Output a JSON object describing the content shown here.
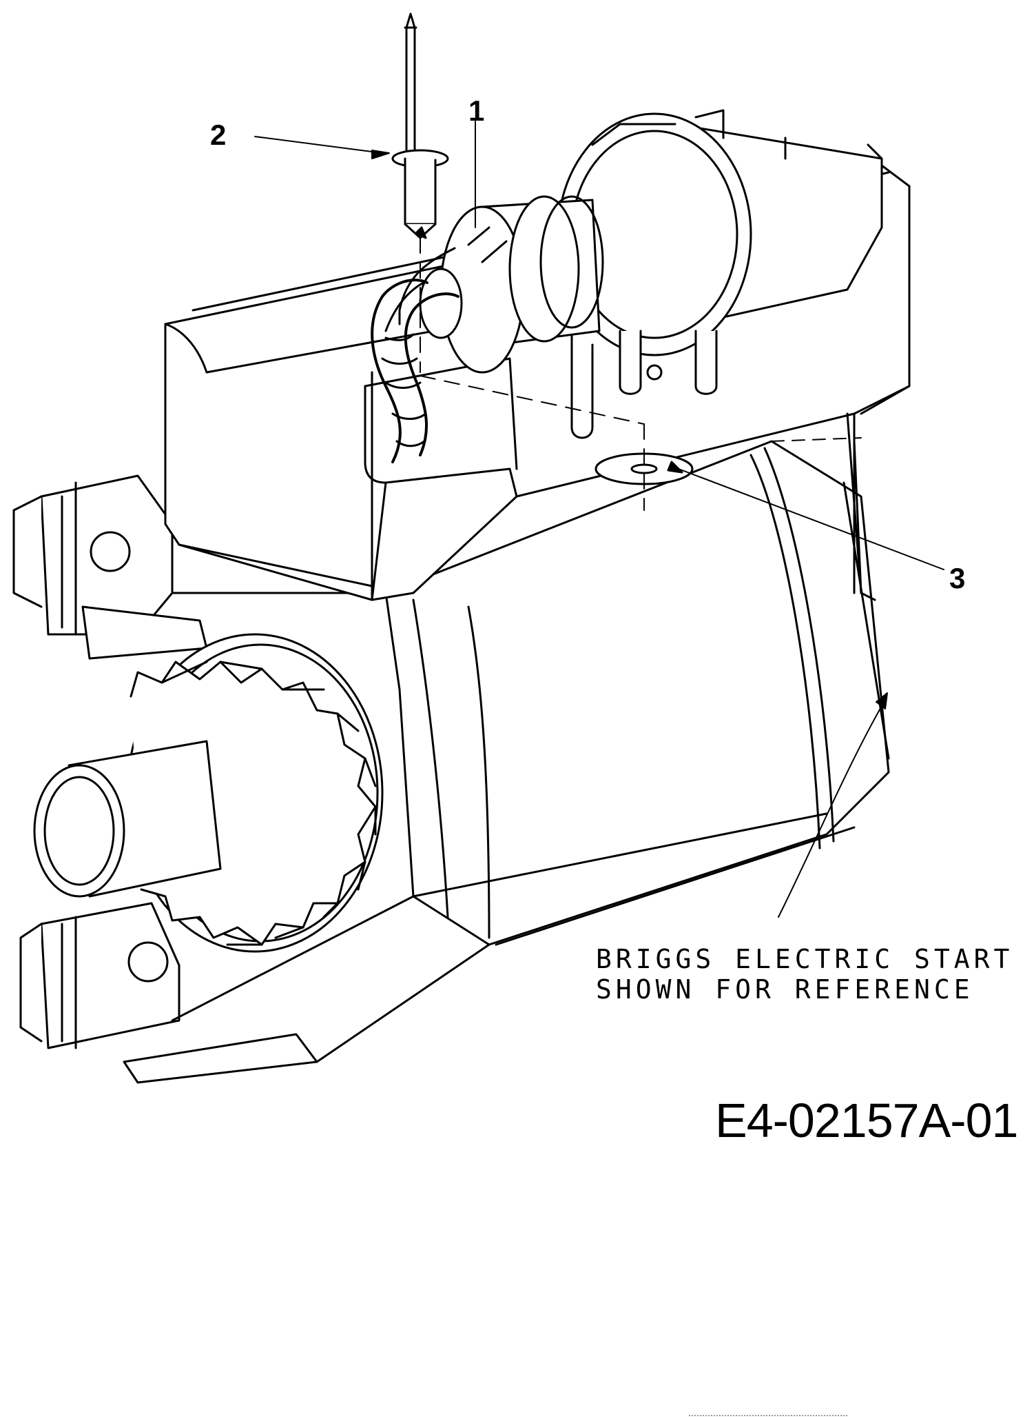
{
  "callouts": {
    "c1": "1",
    "c2": "2",
    "c3": "3"
  },
  "note": {
    "line1": "BRIGGS ELECTRIC START",
    "line2": "SHOWN FOR REFERENCE"
  },
  "figure_code": "E4-02157A-01"
}
